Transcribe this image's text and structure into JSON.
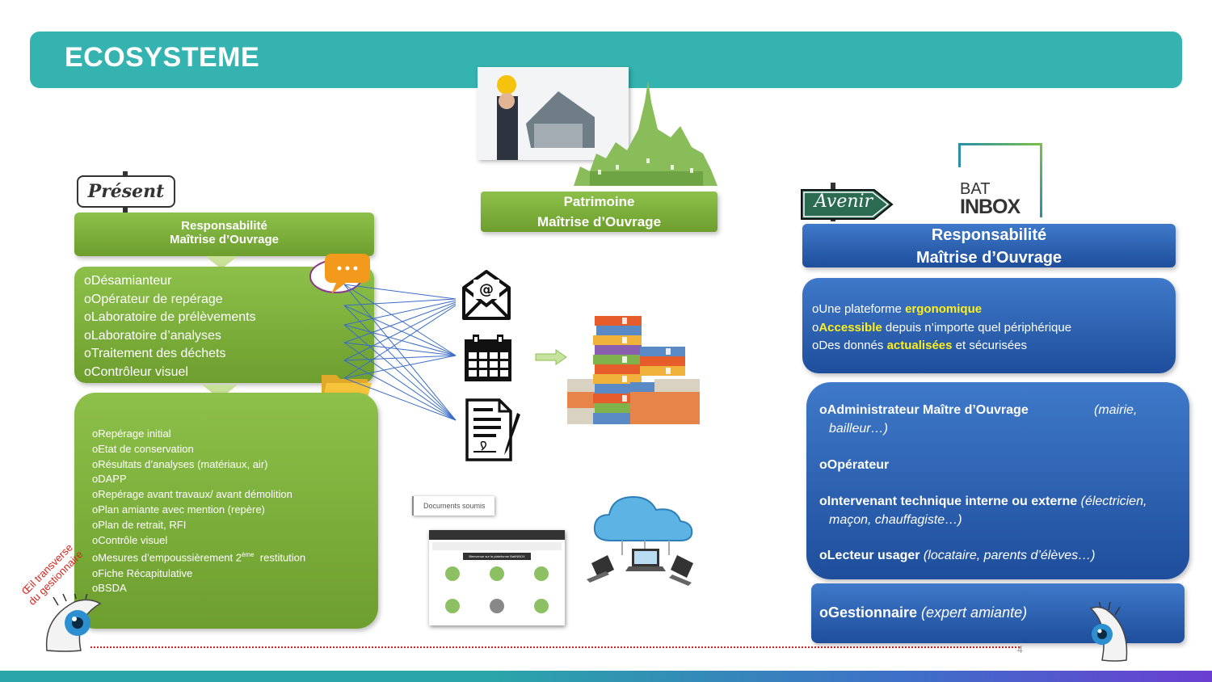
{
  "header": {
    "title": "ECOSYSTEME"
  },
  "present": {
    "sign": "Présent",
    "resp_line1": "Responsabilité",
    "resp_line2": "Maîtrise d’Ouvrage",
    "actors": [
      "oDésamianteur",
      "oOpérateur de repérage",
      "oLaboratoire de prélèvements",
      "oLaboratoire d’analyses",
      "oTraitement des déchets",
      "oContrôleur visuel"
    ],
    "documents": [
      "oRepérage initial",
      "oEtat de conservation",
      "oRésultats d’analyses (matériaux, air)",
      "oDAPP",
      "oRepérage avant travaux/ avant démolition",
      "oPlan amiante avec mention (repère)",
      "oPlan de retrait, RFI",
      "oContrôle visuel",
      "oMesures d’empoussièrement 2",
      "oFiche Récapitulative",
      "oBSDA"
    ],
    "sup_text": "ème",
    "after_sup": "  restitution",
    "eye_label_line1": "Œil transverse",
    "eye_label_line2": "du gestionnaire"
  },
  "patrimoine": {
    "line1": "Patrimoine",
    "line2": "Maîtrise d’Ouvrage"
  },
  "avenir": {
    "sign": "Avenir",
    "logo_top": "BAT",
    "logo_bottom": "INBOX",
    "resp_line1": "Responsabilité",
    "resp_line2": "Maîtrise d’Ouvrage",
    "features": {
      "f1_pre": "oUne plateforme ",
      "f1_hl": "ergonomique",
      "f2_pre": "o",
      "f2_hl": "Accessible",
      "f2_post": " depuis n’importe quel périphérique",
      "f3_pre": "oDes donnés ",
      "f3_hl": "actualisées",
      "f3_post": " et sécurisées"
    },
    "roles": {
      "r1_bold": "oAdministrateur Maître d’Ouvrage",
      "r1_ital": "(mairie,",
      "r1_ital2": "bailleur…)",
      "r2_bold": "oOpérateur",
      "r3_bold": "oIntervenant technique interne ou externe",
      "r3_ital": " (électricien,",
      "r3_ital2": "maçon, chauffagiste…)",
      "r4_bold": "oLecteur usager",
      "r4_ital": " (locataire, parents d’élèves…)"
    },
    "gestionnaire_bold": "oGestionnaire",
    "gestionnaire_ital": " (expert amiante)"
  },
  "screenshot": {
    "tab_label": "Documents soumis",
    "banner": "Bienvenue sur la plateforme BatINBOX"
  },
  "page_number": "4",
  "colors": {
    "teal": "#34b3b0",
    "green": "#7aab38",
    "blue": "#2a5fb0",
    "highlight": "#ffef1a"
  }
}
